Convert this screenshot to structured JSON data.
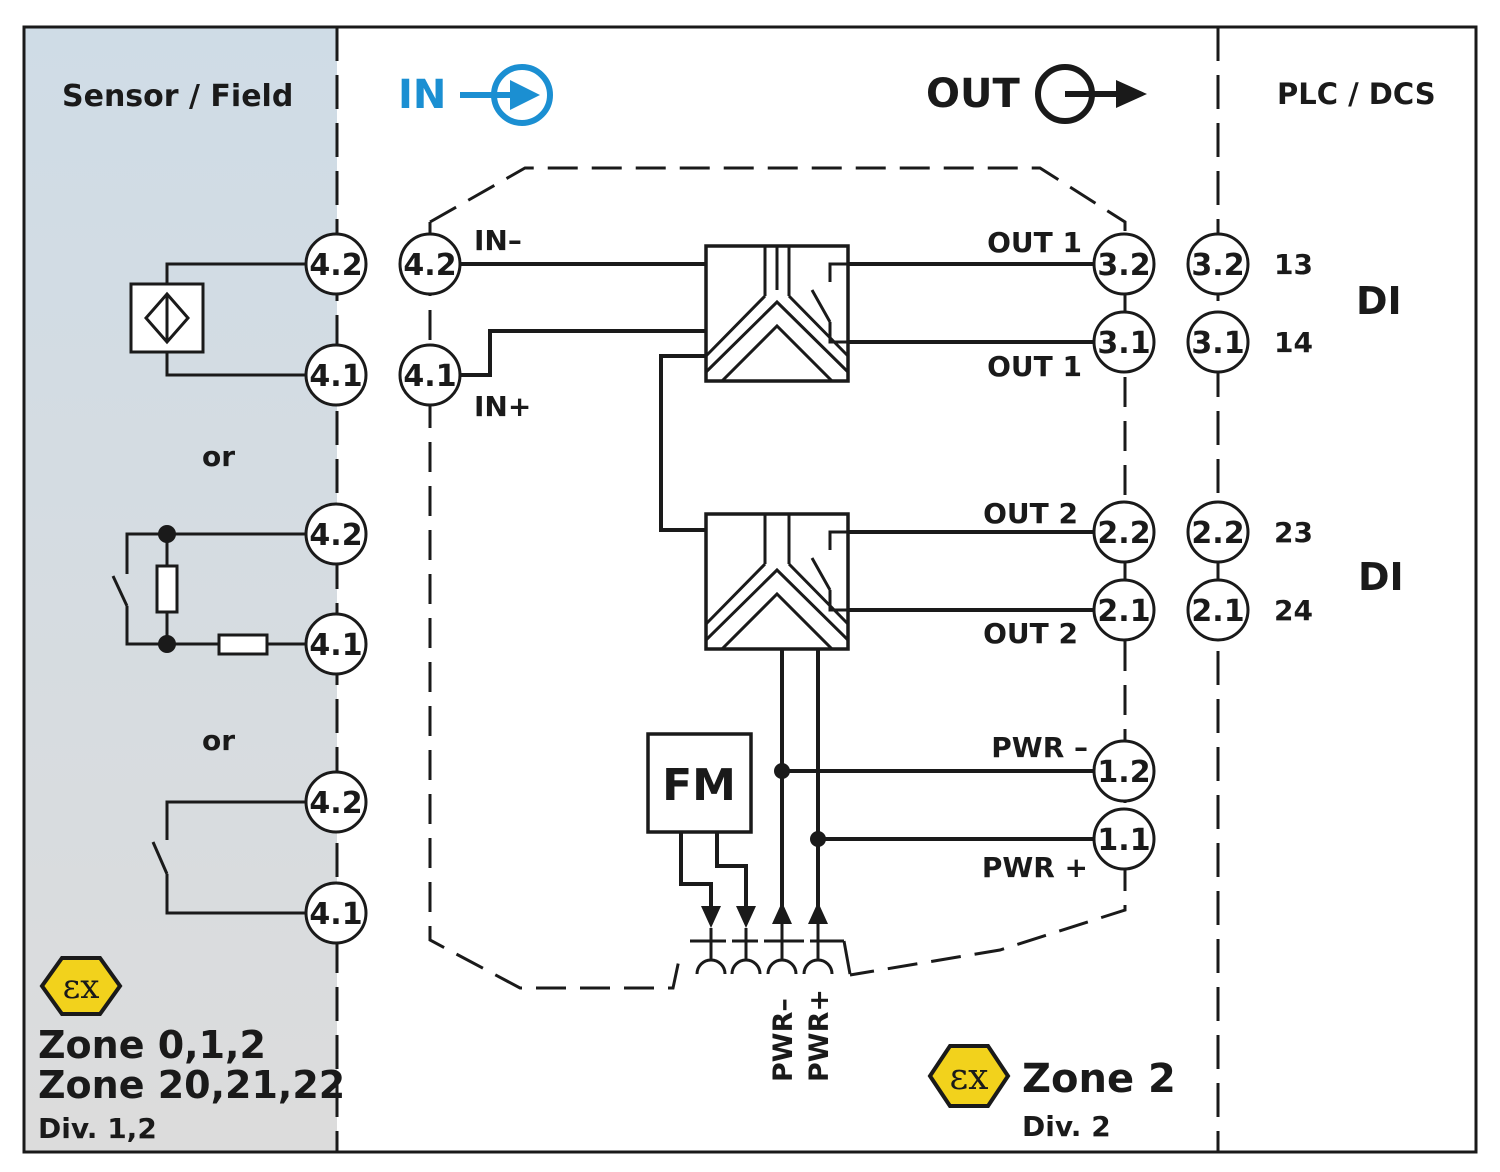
{
  "header": {
    "sensor_field": "Sensor / Field",
    "in_label": "IN",
    "out_label": "OUT",
    "plc_dcs": "PLC / DCS"
  },
  "field_side": {
    "terminals": [
      "4.2",
      "4.1",
      "4.2",
      "4.1",
      "4.2",
      "4.1"
    ],
    "or_labels": [
      "or",
      "or"
    ],
    "ex_zone_lines": [
      "Zone 0,1,2",
      "Zone 20,21,22"
    ],
    "ex_div": "Div. 1,2"
  },
  "module": {
    "input_terminals": [
      "4.2",
      "4.1"
    ],
    "in_minus": "IN–",
    "in_plus": "IN+",
    "fm_label": "FM",
    "pwr_bus_minus": "PWR–",
    "pwr_bus_plus": "PWR+",
    "out1_top": "OUT 1",
    "out1_bottom": "OUT 1",
    "out2_top": "OUT 2",
    "out2_bottom": "OUT 2",
    "pwr_minus": "PWR –",
    "pwr_plus": "PWR +",
    "output_terminals": [
      "3.2",
      "3.1",
      "2.2",
      "2.1",
      "1.2",
      "1.1"
    ]
  },
  "plc_side": {
    "terminals": [
      "3.2",
      "3.1",
      "2.2",
      "2.1"
    ],
    "numbers": [
      "13",
      "14",
      "23",
      "24"
    ],
    "di_labels": [
      "DI",
      "DI"
    ]
  },
  "zone2": {
    "zone": "Zone 2",
    "div": "Div. 2"
  },
  "colors": {
    "accent_blue": "#1b8fd2",
    "ex_yellow": "#f2d21c",
    "line": "#1a1a1a",
    "field_bg_top": "#cfdce6",
    "field_bg_bottom": "#dcdcdc"
  },
  "icons": {
    "in_arrow": "arrow-into-circle-icon",
    "out_arrow": "arrow-out-of-circle-icon",
    "ex_mark": "atex-ex-hexagon-icon",
    "sensor": "proximity-sensor-icon"
  }
}
